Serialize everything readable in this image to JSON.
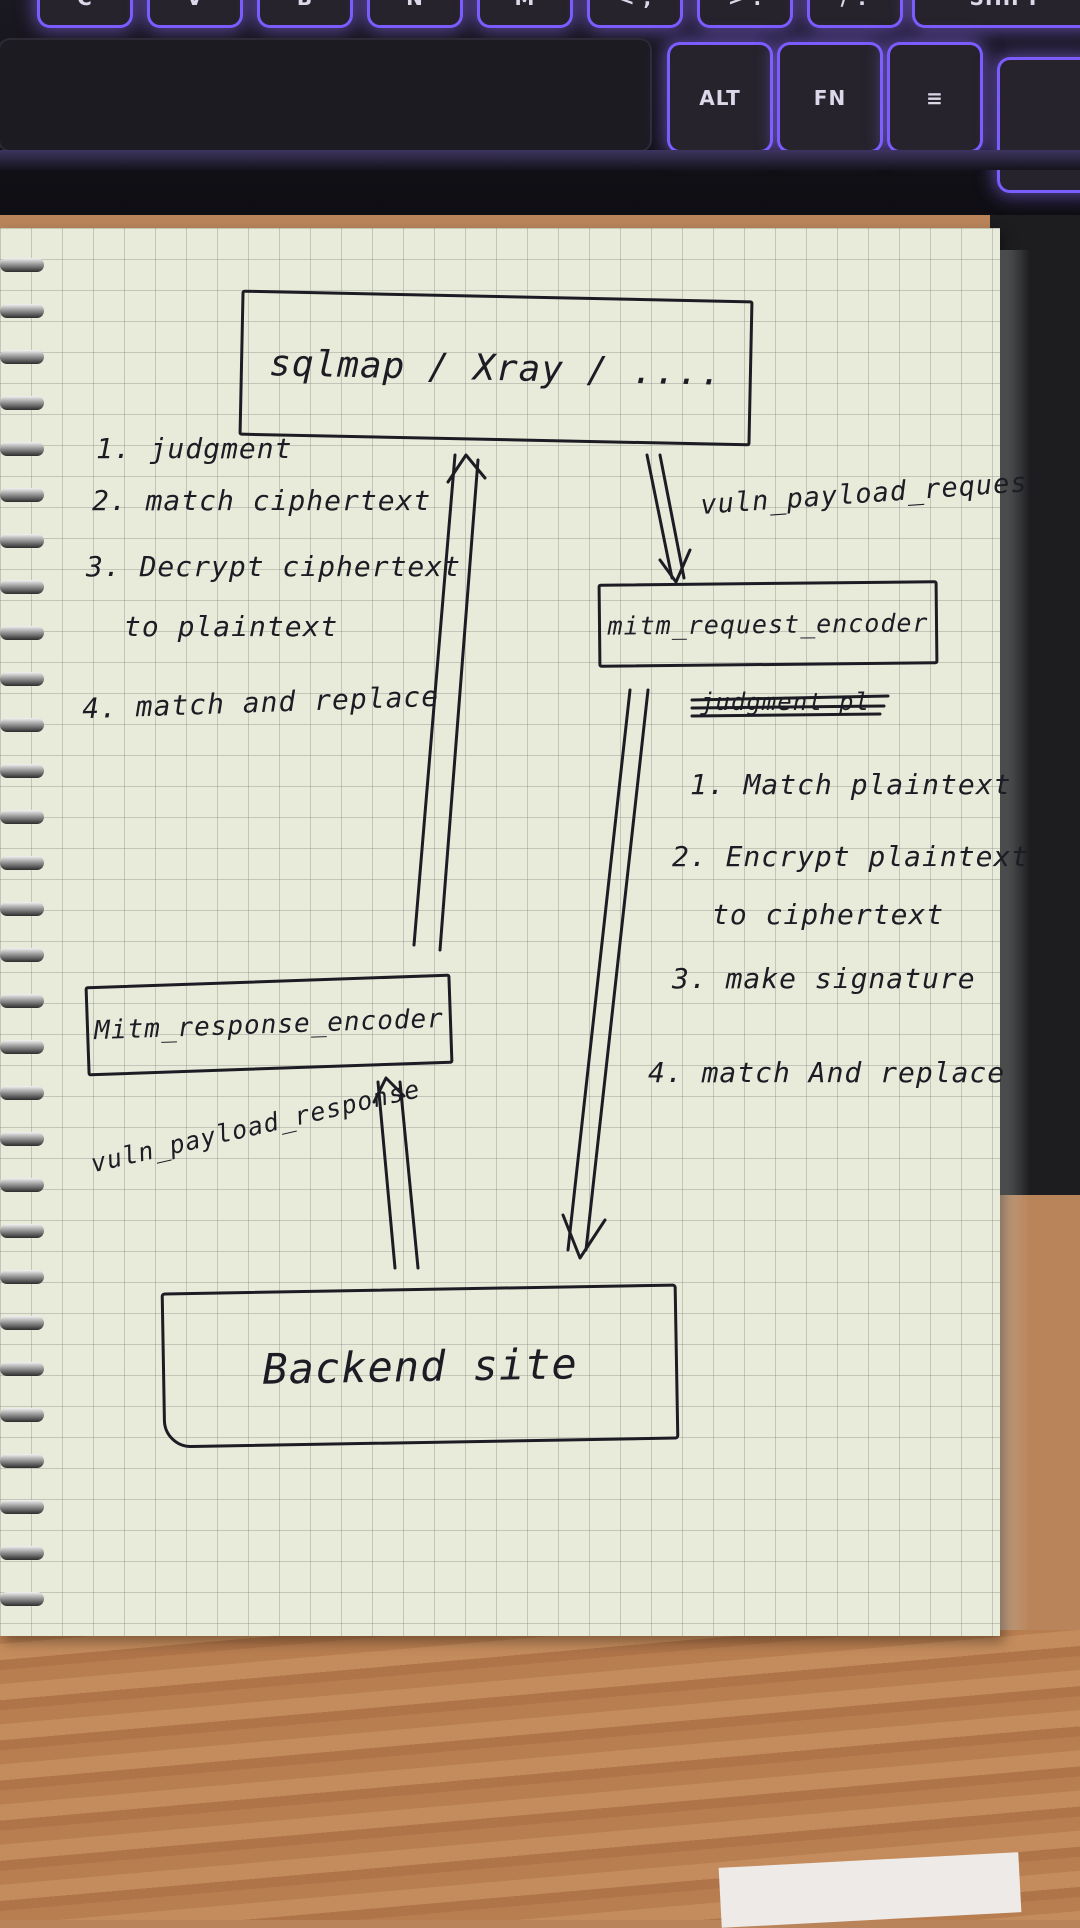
{
  "keyboard": {
    "row_top": [
      "C",
      "V",
      "B",
      "N",
      "M",
      "< ,",
      "> .",
      "/ ?",
      "SHIFT"
    ],
    "row_bottom": [
      "ALT",
      "FN",
      "≡"
    ]
  },
  "diagram": {
    "top_box_label": "sqlmap / Xray / ....",
    "request_encoder_label": "mitm_request_encoder",
    "response_encoder_label": "Mitm_response_encoder",
    "backend_label": "Backend site",
    "request_arrow_label": "vuln_payload_request",
    "response_arrow_label": "vuln_payload_response",
    "left_steps": [
      "1. judgment",
      "2. match ciphertext",
      "3. Decrypt ciphertext",
      "to plaintext",
      "4. match and replace"
    ],
    "struck_note": "judgment pl",
    "right_steps": [
      "1. Match plaintext",
      "2. Encrypt plaintext",
      "to ciphertext",
      "3. make signature",
      "4. match And replace"
    ]
  }
}
